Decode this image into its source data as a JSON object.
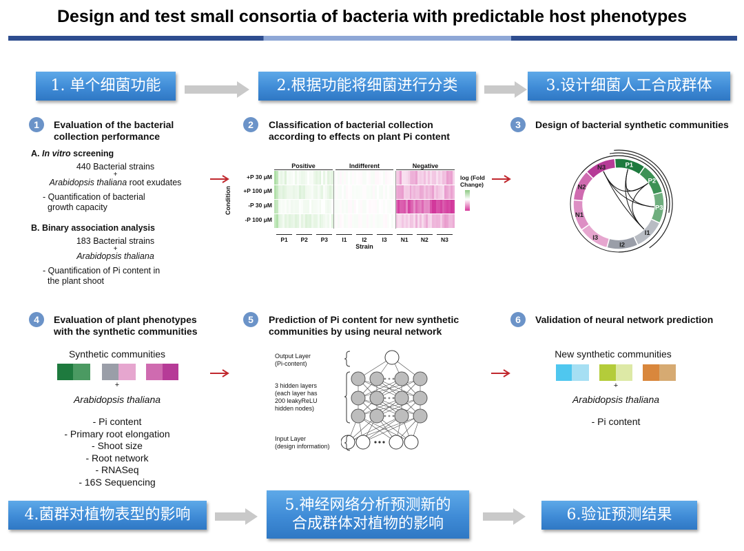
{
  "title": "Design and test small consortia of bacteria with predictable host phenotypes",
  "colors": {
    "accent_blue": "#3f8bd6",
    "dark_blue": "#2e4d8f",
    "light_blue": "#8ea7d6",
    "red_arrow": "#c0272d"
  },
  "steps_cn": {
    "s1": "1. 单个细菌功能",
    "s2": "2.根据功能将细菌进行分类",
    "s3": "3.设计细菌人工合成群体",
    "s4": "4.菌群对植物表型的影响",
    "s5a": "5.神经网络分析预测新的",
    "s5b": "合成群体对植物的影响",
    "s6": "6.验证预测结果"
  },
  "panel1": {
    "num": "1",
    "heading1": "Evaluation of the bacterial",
    "heading2": "collection performance",
    "a_label": "A.",
    "a_italic": "In vitro",
    "a_rest": "screening",
    "a_strains": "440 Bacterial strains",
    "plus": "+",
    "a_host_italic": "Arabidopsis thaliana",
    "a_host_rest": "root exudates",
    "a_q1": "- Quantification of bacterial",
    "a_q2": "growth capacity",
    "b_label": "B. Binary association analysis",
    "b_strains": "183 Bacterial strains",
    "b_host": "Arabidopsis thaliana",
    "b_q1": "- Quantification of Pi content in",
    "b_q2": "the plant shoot"
  },
  "panel2": {
    "num": "2",
    "heading1": "Classification of bacterial collection",
    "heading2": "according to effects on plant Pi content",
    "groups": [
      "Positive",
      "Indifferent",
      "Negative"
    ],
    "conditions": [
      "+P 30 μM",
      "+P 100 μM",
      "-P 30 μM",
      "-P 100 μM"
    ],
    "ylabel": "Condition",
    "strains": [
      "P1",
      "P2",
      "P3",
      "I1",
      "I2",
      "I3",
      "N1",
      "N2",
      "N3"
    ],
    "xlabel": "Strain",
    "legend1": "log (Fold",
    "legend2": "Change)"
  },
  "panel3": {
    "num": "3",
    "heading": "Design of bacterial synthetic communities",
    "segments": [
      {
        "label": "P1",
        "color": "#1e7a3e"
      },
      {
        "label": "P2",
        "color": "#3d9155"
      },
      {
        "label": "P3",
        "color": "#6fae7e"
      },
      {
        "label": "I1",
        "color": "#b8bcc3"
      },
      {
        "label": "I2",
        "color": "#9a9ea8"
      },
      {
        "label": "I3",
        "color": "#e6a6cf"
      },
      {
        "label": "N1",
        "color": "#dd8fc4"
      },
      {
        "label": "N2",
        "color": "#cf6bb0"
      },
      {
        "label": "N3",
        "color": "#b63b97"
      }
    ]
  },
  "panel4": {
    "num": "4",
    "heading1": "Evaluation of plant phenotypes",
    "heading2": "with the synthetic communities",
    "sub": "Synthetic communities",
    "plus": "+",
    "host": "Arabidopsis thaliana",
    "phenotypes": [
      "- Pi content",
      "- Primary root elongation",
      "- Shoot size",
      "- Root network",
      "- RNASeq",
      "- 16S Sequencing"
    ]
  },
  "panel5": {
    "num": "5",
    "heading1": "Prediction of Pi content for new synthetic",
    "heading2": "communities by using neural network",
    "output1": "Output Layer",
    "output2": "(Pi-content)",
    "hidden1": "3 hidden layers",
    "hidden2": "(each layer has",
    "hidden3": "200 leakyReLU",
    "hidden4": "hidden nodes)",
    "input1": "Input Layer",
    "input2": "(design information)"
  },
  "panel6": {
    "num": "6",
    "heading": "Validation of neural network prediction",
    "sub": "New synthetic communities",
    "plus": "+",
    "host": "Arabidopsis thaliana",
    "pheno": "- Pi content"
  }
}
